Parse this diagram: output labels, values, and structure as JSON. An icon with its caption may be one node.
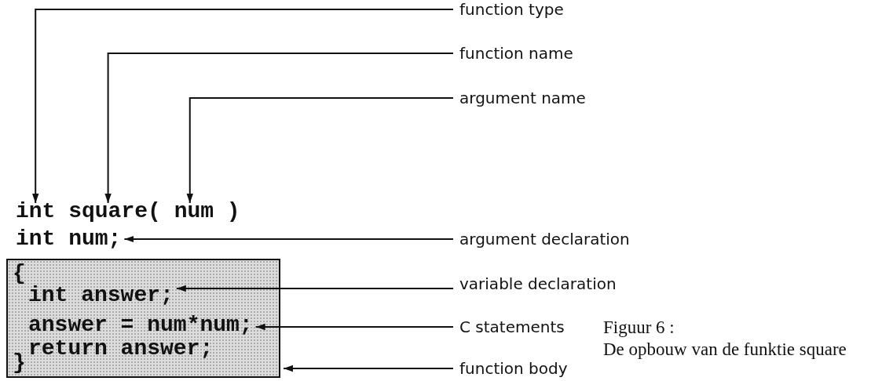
{
  "diagram": {
    "nodes": [
      {
        "text": [
          "function type"
        ]
      },
      {
        "text": [
          "function name"
        ]
      },
      {
        "text": [
          "argument name"
        ]
      },
      {
        "text": [
          "int square( num )"
        ]
      },
      {
        "text": [
          "int num;"
        ]
      },
      {
        "text": [
          "argument declaration"
        ]
      },
      {
        "text": [
          "{",
          "}"
        ]
      },
      {
        "text": [
          "int answer;"
        ],
        "in": 6
      },
      {
        "text": [
          "answer = num*num;",
          "return answer;"
        ],
        "in": 6
      },
      {
        "text": [
          "variable declaration"
        ]
      },
      {
        "text": [
          "C statements"
        ]
      },
      {
        "text": [
          "function body"
        ]
      }
    ],
    "edges": [
      {
        "from": 0,
        "to": 3,
        "arrow": "to"
      },
      {
        "from": 1,
        "to": 3,
        "arrow": "to"
      },
      {
        "from": 2,
        "to": 3,
        "arrow": "to"
      },
      {
        "from": 5,
        "to": 4,
        "arrow": "to"
      },
      {
        "from": 9,
        "to": 7,
        "arrow": "to"
      },
      {
        "from": 10,
        "to": 8,
        "arrow": "to"
      },
      {
        "from": 11,
        "to": 6,
        "arrow": "to"
      }
    ],
    "labels": [
      "Figuur 6 :",
      "De opbouw van de funktie square"
    ]
  }
}
